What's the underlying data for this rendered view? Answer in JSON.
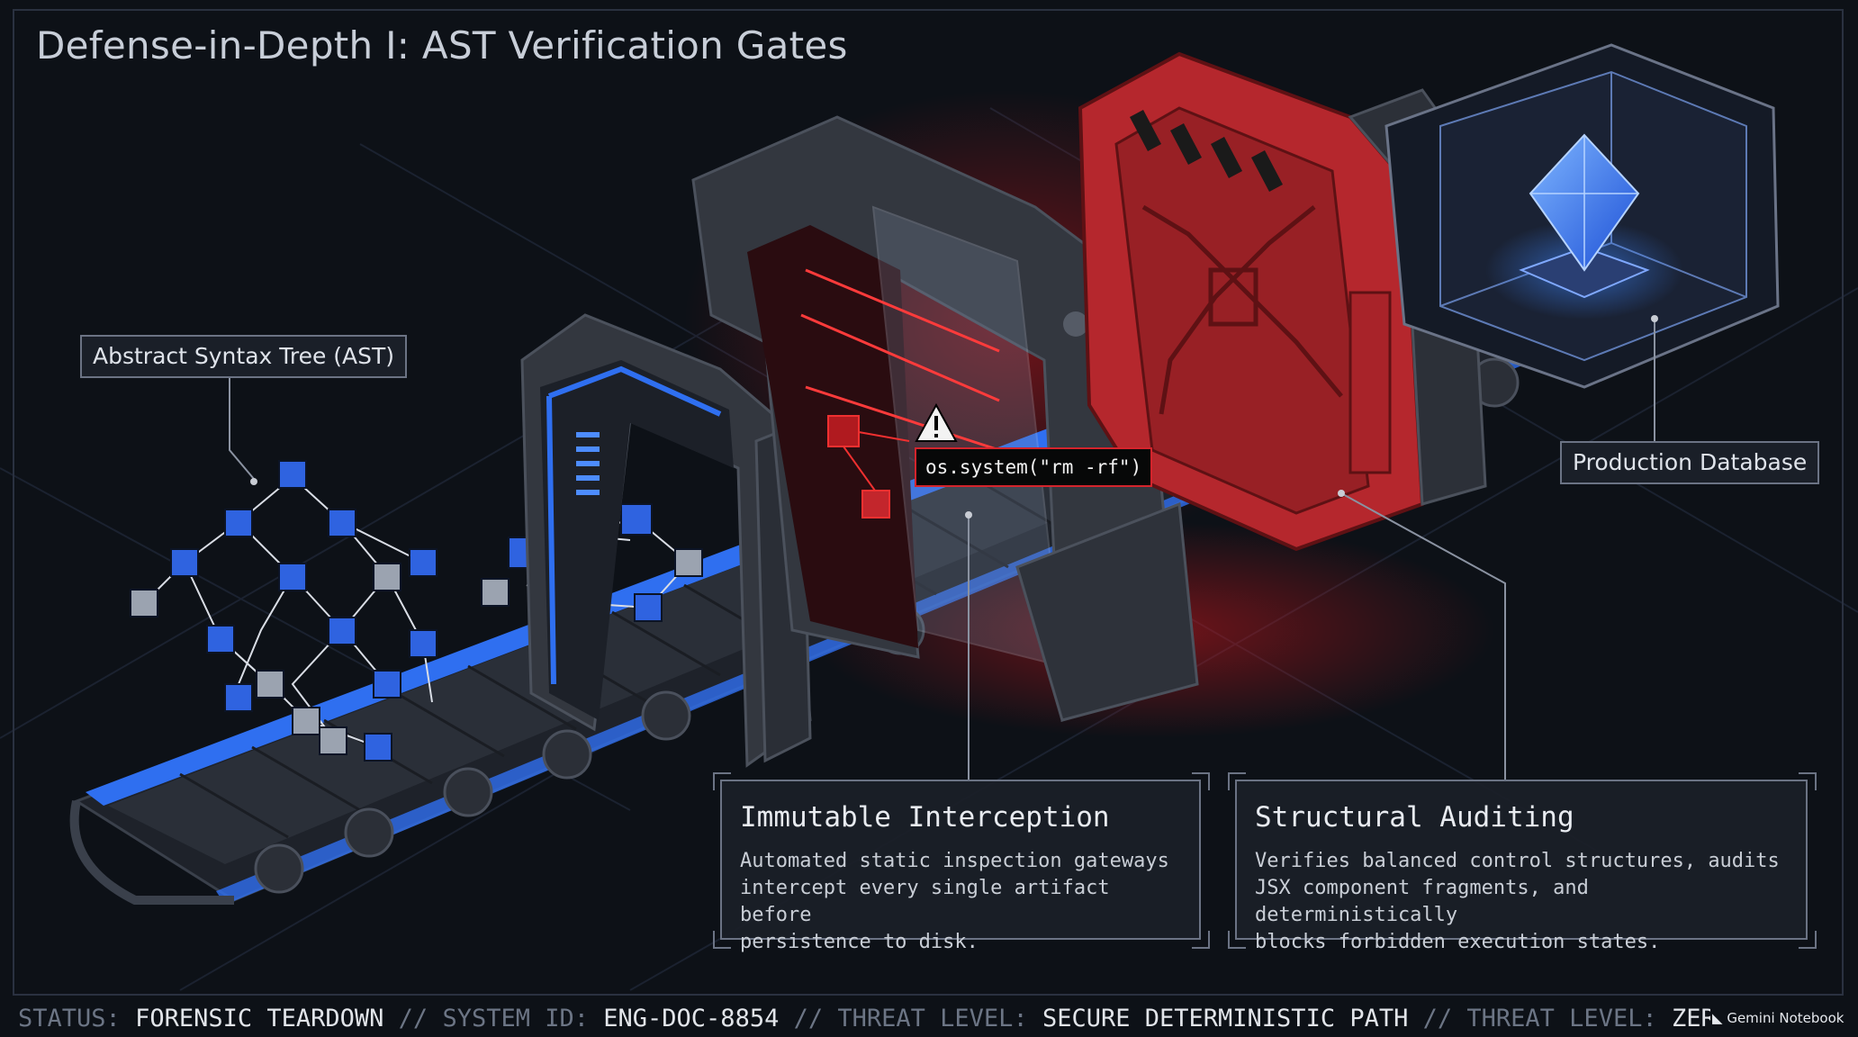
{
  "title": "Defense-in-Depth I: AST Verification Gates",
  "labels": {
    "ast": "Abstract Syntax Tree (AST)",
    "db": "Production Database"
  },
  "code_snippet": "os.system(\"rm -rf\")",
  "cards": [
    {
      "title": "Immutable Interception",
      "body": "Automated static inspection gateways\nintercept every single artifact before\npersistence to disk."
    },
    {
      "title": "Structural Auditing",
      "body": "Verifies balanced control structures, audits\nJSX component fragments, and deterministically\nblocks forbidden execution states."
    }
  ],
  "status_bar": [
    {
      "key": "STATUS:",
      "value": "FORENSIC TEARDOWN"
    },
    {
      "key": "// SYSTEM ID:",
      "value": "ENG-DOC-8854"
    },
    {
      "key": "// THREAT LEVEL:",
      "value": "SECURE DETERMINISTIC PATH"
    },
    {
      "key": "// THREAT LEVEL:",
      "value": "ZERO TRUST E"
    }
  ],
  "watermark": "Gemini Notebook",
  "colors": {
    "background": "#0d1117",
    "accent_blue": "#2f6ff0",
    "alert_red": "#d4242c",
    "metal": "#3a3f48"
  },
  "icons": [
    "warning-icon",
    "gemini-logo-icon"
  ]
}
